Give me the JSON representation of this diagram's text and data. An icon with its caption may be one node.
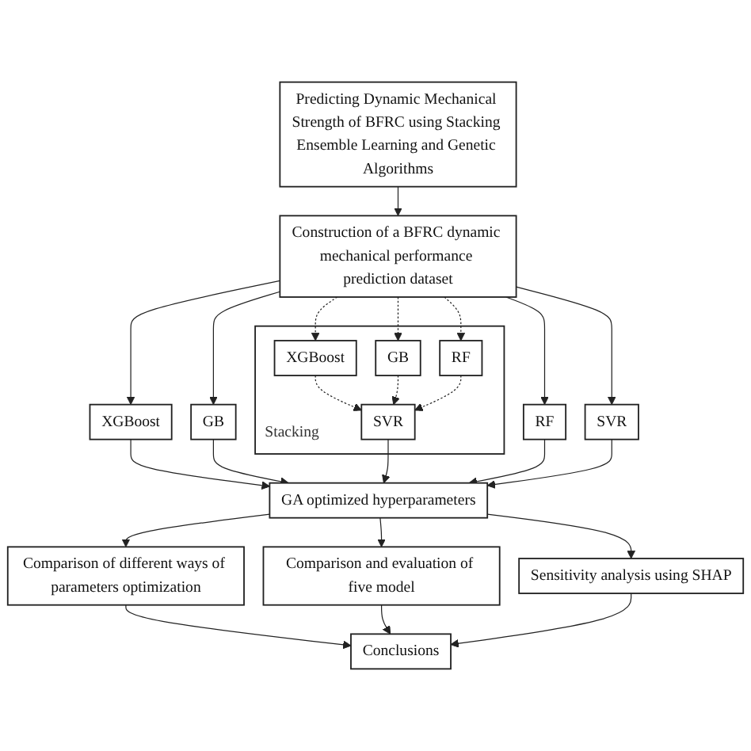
{
  "diagram": {
    "nodes": [
      {
        "text": [
          "Predicting Dynamic Mechanical Strength of BFRC using Stacking Ensemble Learning and Genetic Algorithms"
        ]
      },
      {
        "text": [
          "Construction of a BFRC dynamic mechanical performance prediction dataset"
        ]
      },
      {
        "text": [
          "XGBoost"
        ]
      },
      {
        "text": [
          "GB"
        ]
      },
      {
        "text": [
          "Stacking"
        ]
      },
      {
        "text": [
          "XGBoost"
        ],
        "in": 4
      },
      {
        "text": [
          "GB"
        ],
        "in": 4
      },
      {
        "text": [
          "RF"
        ],
        "in": 4
      },
      {
        "text": [
          "SVR"
        ],
        "in": 4
      },
      {
        "text": [
          "RF"
        ]
      },
      {
        "text": [
          "SVR"
        ]
      },
      {
        "text": [
          "GA optimized hyperparameters"
        ]
      },
      {
        "text": [
          "Comparison of different ways of parameters optimization"
        ]
      },
      {
        "text": [
          "Comparison and evaluation of five model"
        ]
      },
      {
        "text": [
          "Sensitivity analysis using SHAP"
        ]
      },
      {
        "text": [
          "Conclusions"
        ]
      }
    ],
    "edges": [
      {
        "from": 0,
        "to": 1,
        "arrow": "to"
      },
      {
        "from": 1,
        "to": 2,
        "arrow": "to"
      },
      {
        "from": 1,
        "to": 3,
        "arrow": "to"
      },
      {
        "from": 1,
        "to": 5,
        "arrow": "to",
        "style": "dashed"
      },
      {
        "from": 1,
        "to": 6,
        "arrow": "to",
        "style": "dashed"
      },
      {
        "from": 1,
        "to": 7,
        "arrow": "to",
        "style": "dashed"
      },
      {
        "from": 1,
        "to": 9,
        "arrow": "to"
      },
      {
        "from": 1,
        "to": 10,
        "arrow": "to"
      },
      {
        "from": 5,
        "to": 8,
        "arrow": "to",
        "style": "dashed"
      },
      {
        "from": 6,
        "to": 8,
        "arrow": "to",
        "style": "dashed"
      },
      {
        "from": 7,
        "to": 8,
        "arrow": "to",
        "style": "dashed"
      },
      {
        "from": 2,
        "to": 11,
        "arrow": "to"
      },
      {
        "from": 3,
        "to": 11,
        "arrow": "to"
      },
      {
        "from": 8,
        "to": 11,
        "arrow": "to"
      },
      {
        "from": 9,
        "to": 11,
        "arrow": "to"
      },
      {
        "from": 10,
        "to": 11,
        "arrow": "to"
      },
      {
        "from": 11,
        "to": 12,
        "arrow": "to"
      },
      {
        "from": 11,
        "to": 13,
        "arrow": "to"
      },
      {
        "from": 11,
        "to": 14,
        "arrow": "to"
      },
      {
        "from": 12,
        "to": 15,
        "arrow": "to"
      },
      {
        "from": 13,
        "to": 15,
        "arrow": "to"
      },
      {
        "from": 14,
        "to": 15,
        "arrow": "to"
      }
    ]
  }
}
